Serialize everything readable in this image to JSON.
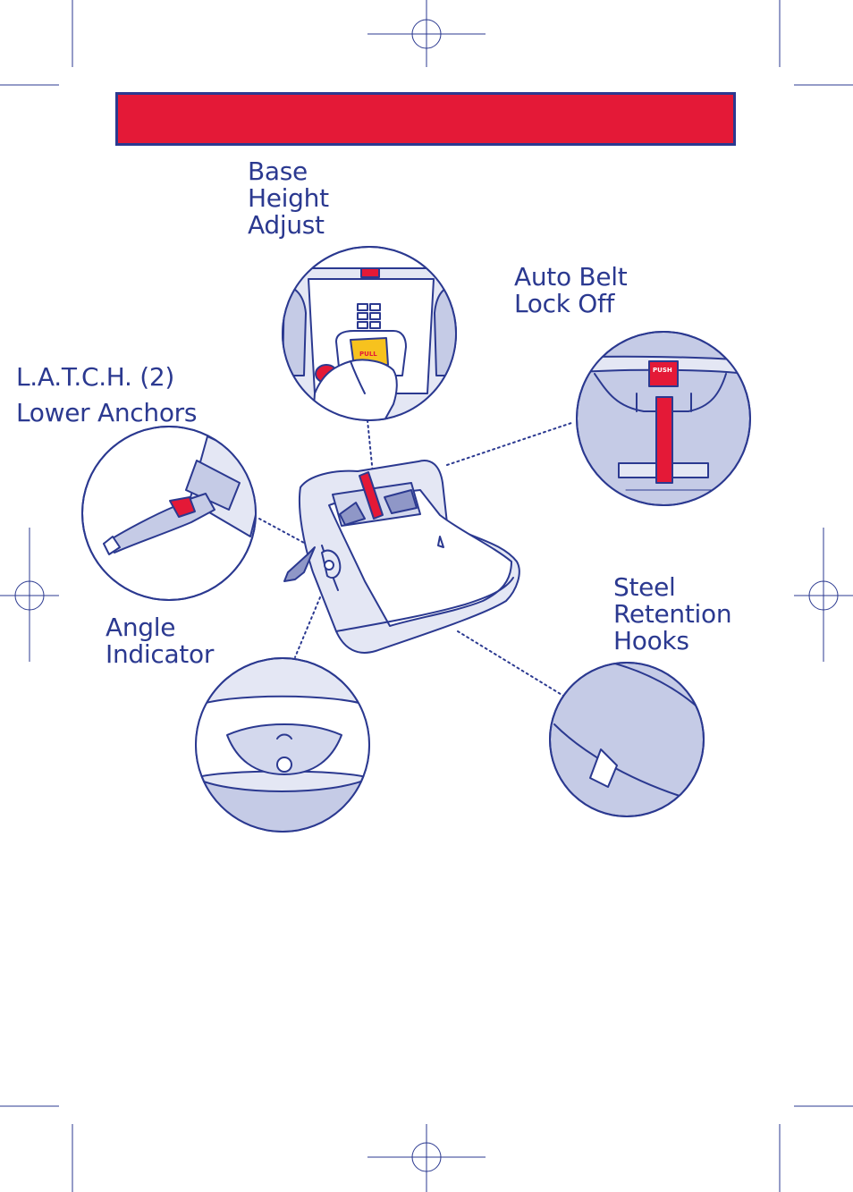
{
  "banner": {
    "color": "#e41937",
    "border_color": "#2b3990"
  },
  "palette": {
    "line": "#2b3990",
    "fill_light": "#dfe3f2",
    "fill_mid": "#c5cbe6",
    "accent_red": "#e41937",
    "accent_yellow": "#f7c21e"
  },
  "labels": {
    "base_height": [
      "Base",
      "Height",
      "Adjust"
    ],
    "auto_belt": [
      "Auto Belt",
      "Lock Off"
    ],
    "latch": [
      "L.A.T.C.H. (2)",
      "Lower Anchors"
    ],
    "steel": [
      "Steel",
      "Retention",
      "Hooks"
    ],
    "angle": [
      "Angle",
      "Indicator"
    ]
  },
  "callouts": {
    "pull_text": "PULL",
    "push_text": "PUSH"
  }
}
